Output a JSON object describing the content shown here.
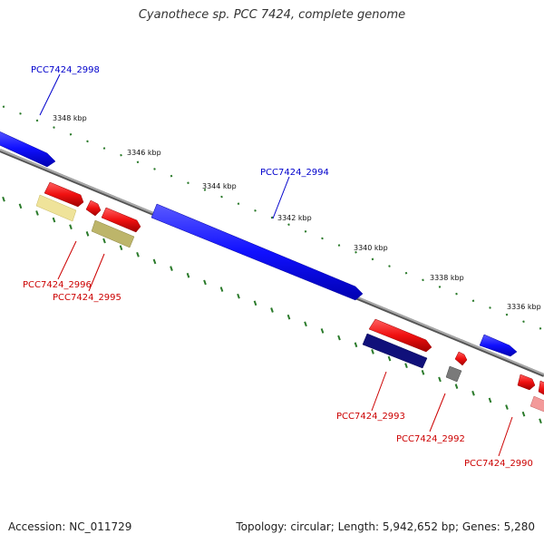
{
  "title": "Cyanothece sp. PCC 7424, complete genome",
  "accession": "Accession: NC_011729",
  "summary": "Topology: circular; Length: 5,942,652 bp; Genes: 5,280",
  "ticks": [
    "3348 kbp",
    "3346 kbp",
    "3344 kbp",
    "3342 kbp",
    "3340 kbp",
    "3338 kbp",
    "3336 kbp"
  ],
  "genes": [
    {
      "id": "PCC7424_2998",
      "color": "#0000cc"
    },
    {
      "id": "PCC7424_2996",
      "color": "#cc0000"
    },
    {
      "id": "PCC7424_2995",
      "color": "#cc0000"
    },
    {
      "id": "PCC7424_2994",
      "color": "#0000cc"
    },
    {
      "id": "PCC7424_2993",
      "color": "#cc0000"
    },
    {
      "id": "PCC7424_2992",
      "color": "#cc0000"
    },
    {
      "id": "PCC7424_2990",
      "color": "#cc0000"
    }
  ],
  "colors": {
    "forward_cds": "#1a1aff",
    "reverse_cds": "#ee1111",
    "backbone": "#888888",
    "tick": "#2a7a2a"
  }
}
